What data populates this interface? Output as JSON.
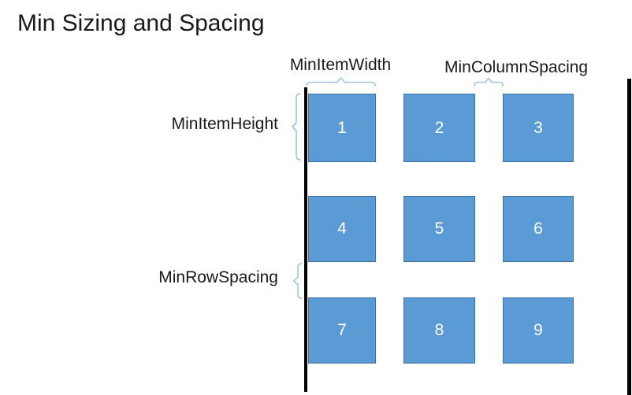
{
  "slide": {
    "title": "Min Sizing and Spacing"
  },
  "labels": {
    "min_item_width": "MinItemWidth",
    "min_column_spacing": "MinColumnSpacing",
    "min_item_height": "MinItemHeight",
    "min_row_spacing": "MinRowSpacing"
  },
  "grid": {
    "rows": 3,
    "columns": 3,
    "items": [
      "1",
      "2",
      "3",
      "4",
      "5",
      "6",
      "7",
      "8",
      "9"
    ]
  },
  "colors": {
    "box_fill": "#5b9bd5",
    "box_border": "#41719c",
    "brace": "#9dc3e6",
    "edge_line": "#000000",
    "box_number_text": "#ffffff",
    "label_text": "#1a1a1a"
  }
}
